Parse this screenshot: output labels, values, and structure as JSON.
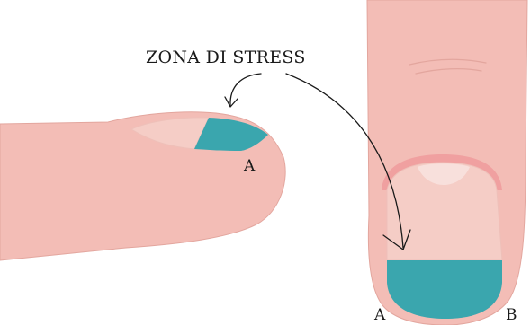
{
  "title": "ZONA DI STRESS",
  "labels": {
    "side_view_a": "A",
    "front_view_a": "A",
    "front_view_b": "B"
  },
  "colors": {
    "skin": "#f3bdb6",
    "skin_outline": "#e3a69e",
    "nail_plate": "#f5cdc6",
    "nail_bed_line": "#eec0b9",
    "cuticle": "#f0a0a0",
    "lunula": "#f8e0dc",
    "stress_zone": "#3aa6ae",
    "arrow": "#1a1a1a",
    "text": "#1a1a1a"
  },
  "icons": {
    "curved_arrow_left": "curved-arrow-icon",
    "curved_arrow_right": "curved-arrow-icon"
  }
}
